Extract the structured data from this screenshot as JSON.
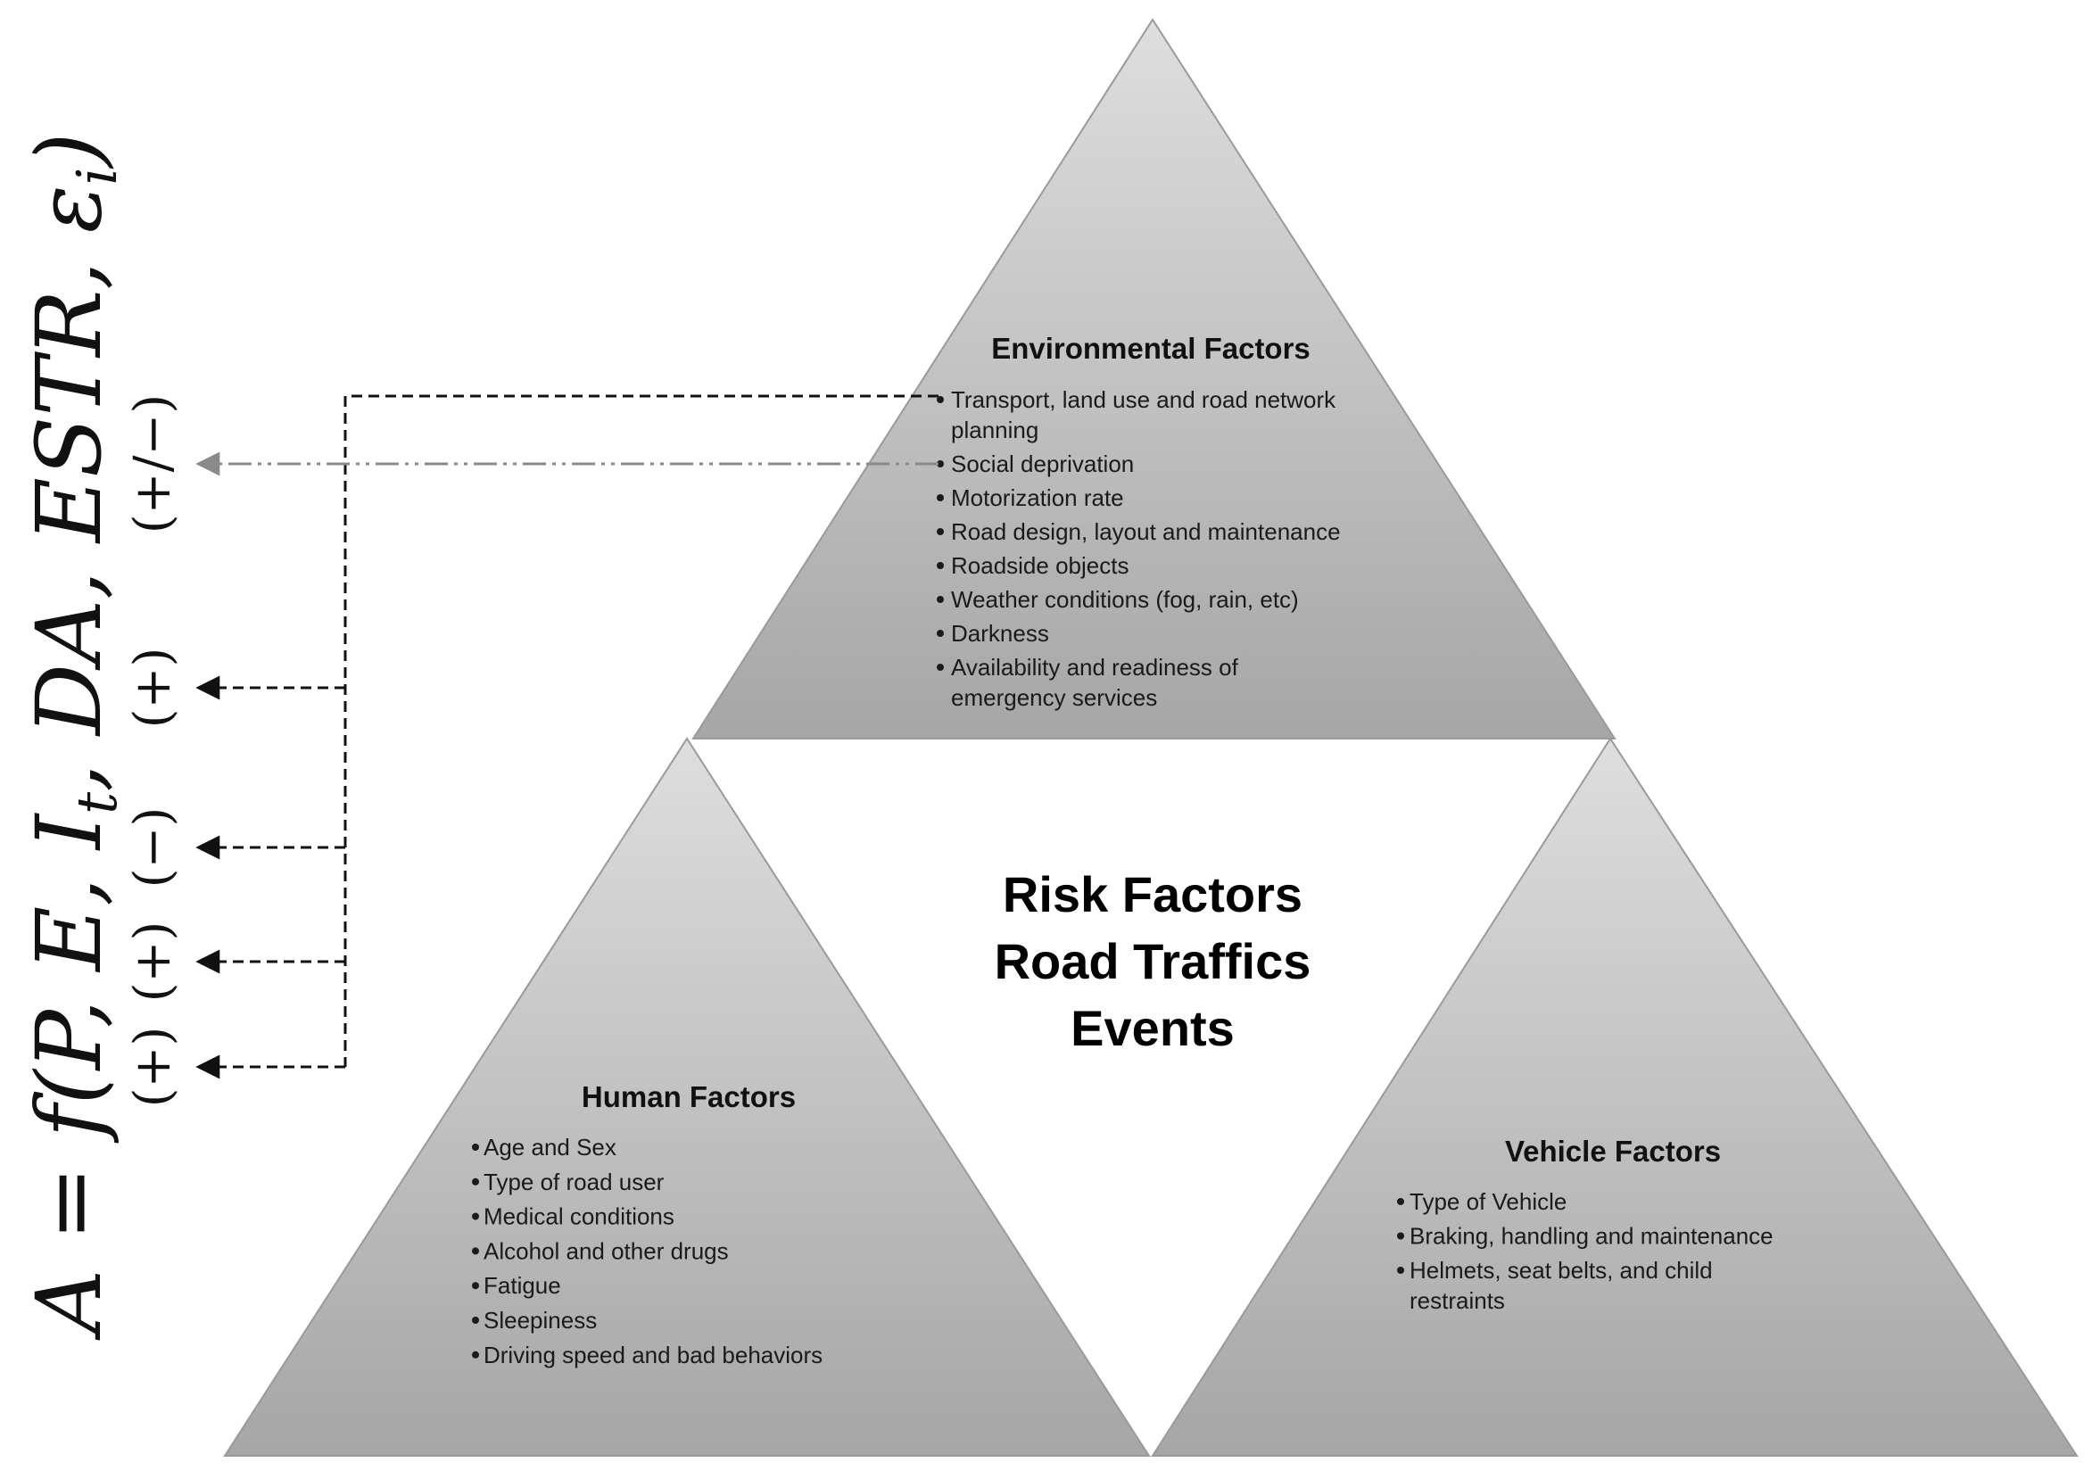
{
  "formula": {
    "text": "A = f(P, E, I",
    "sub_t": "t",
    "text2": ", DA, ESTR, ε",
    "sub_i": "i",
    "text3": ")"
  },
  "signs": [
    "(+)",
    "(+)",
    "(−)",
    "(+)",
    "(+/−)"
  ],
  "center_title": [
    "Risk Factors",
    "Road Traffics",
    "Events"
  ],
  "environmental": {
    "title": "Environmental Factors",
    "items": [
      [
        "Transport, land use and road network",
        "planning"
      ],
      [
        "Social deprivation"
      ],
      [
        "Motorization rate"
      ],
      [
        "Road design, layout and maintenance"
      ],
      [
        "Roadside objects"
      ],
      [
        "Weather conditions (fog, rain, etc)"
      ],
      [
        "Darkness"
      ],
      [
        "Availability and readiness of",
        "emergency services"
      ]
    ]
  },
  "human": {
    "title": "Human Factors",
    "items": [
      [
        "Age and Sex"
      ],
      [
        "Type of road user"
      ],
      [
        "Medical conditions"
      ],
      [
        "Alcohol and other drugs"
      ],
      [
        "Fatigue"
      ],
      [
        "Sleepiness"
      ],
      [
        "Driving speed and bad behaviors"
      ]
    ]
  },
  "vehicle": {
    "title": "Vehicle Factors",
    "items": [
      [
        "Type of Vehicle"
      ],
      [
        "Braking, handling and maintenance"
      ],
      [
        "Helmets, seat belts, and child",
        "restraints"
      ]
    ]
  },
  "colors": {
    "triangle_top": "#dedede",
    "triangle_bottom": "#a6a6a6",
    "triangle_edge": "#9a9a9a",
    "dashed_arrow": "#111111",
    "dashdot_arrow": "#8a8a8a"
  }
}
